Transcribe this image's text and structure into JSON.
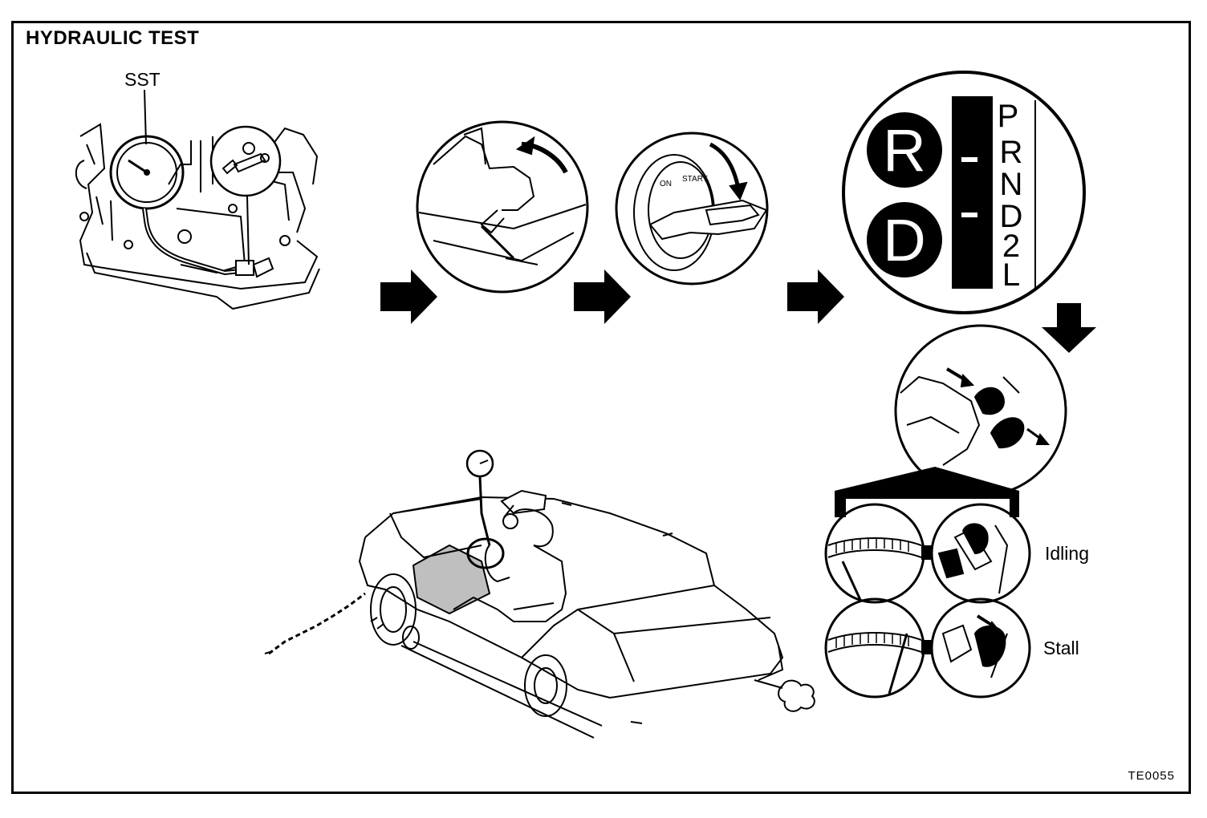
{
  "title": "HYDRAULIC TEST",
  "sst_label": "SST",
  "figure_code": "TE0055",
  "shift": {
    "large_letters": [
      "R",
      "D"
    ],
    "gate": [
      "P",
      "R",
      "N",
      "D",
      "2",
      "L"
    ]
  },
  "key_markings": [
    "ON",
    "START"
  ],
  "modes": [
    {
      "label": "Idling"
    },
    {
      "label": "Stall"
    }
  ]
}
